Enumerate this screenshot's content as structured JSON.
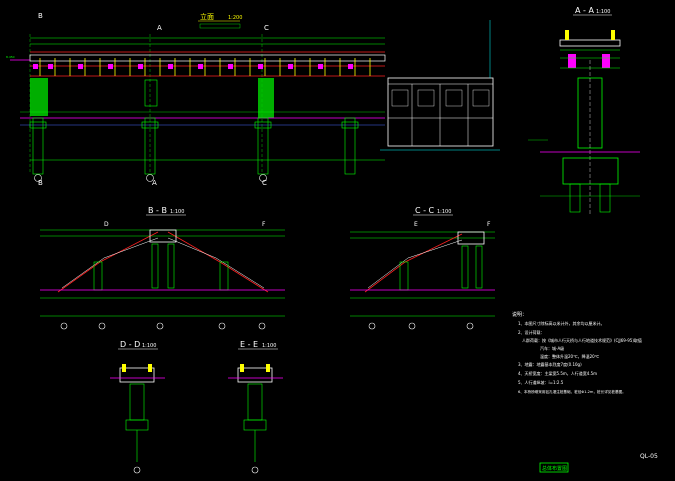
{
  "drawing": {
    "elevation": {
      "title": "立面",
      "scale": "1:200",
      "axis_labels": [
        "B",
        "A",
        "C",
        "B",
        "A",
        "C"
      ]
    },
    "section_a": {
      "title": "A - A",
      "scale": "1:100"
    },
    "section_b": {
      "title": "B - B",
      "scale": "1:100",
      "axis_labels": [
        "D",
        "F"
      ]
    },
    "section_c": {
      "title": "C - C",
      "scale": "1:100",
      "axis_labels": [
        "E",
        "F"
      ]
    },
    "section_d": {
      "title": "D - D",
      "scale": "1:100"
    },
    "section_e": {
      "title": "E - E",
      "scale": "1:100"
    },
    "notes": {
      "heading": "说明：",
      "lines": [
        "1、本图尺寸除标高以米计外，其余均以厘米计。",
        "2、设计荷载：",
        "人群荷载：按《城市人行天桥与人行地道技术规范》(CJJ69-95)取值",
        "汽车：城-A级",
        "温度：整体升温20℃，降温20℃",
        "3、地震：地震基本烈度7度(0.10g)",
        "4、天桥宽度：主梁宽5.5m，人行道宽4.5m",
        "5、人行道纵坡：i=1:2.5",
        "6、本桥桥墩采用钻孔灌注桩基础，桩径Φ1.2m，桩长详见桩基图。"
      ]
    },
    "sheet_number": "QL-05",
    "title_stamp": "总体布置图"
  },
  "colors": {
    "background": "#000000",
    "line_main": "#00ff00",
    "line_white": "#ffffff",
    "line_red": "#ff2020",
    "line_magenta": "#ff00ff",
    "line_cyan": "#00ffff",
    "line_yellow": "#ffff00",
    "line_blue": "#4a6bff"
  }
}
